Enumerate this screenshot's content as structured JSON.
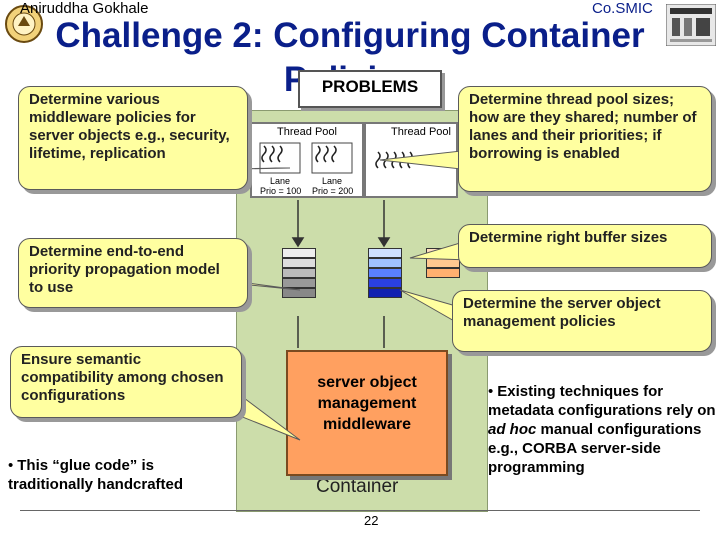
{
  "header": {
    "author": "Aniruddha Gokhale",
    "brand": "Co.SMIC",
    "title_line1": "Challenge 2: Configuring Container",
    "title_line2": "Policies"
  },
  "diagram": {
    "problems_label": "PROBLEMS",
    "thread_pool_left": "Thread Pool",
    "thread_pool_right": "Thread Pool",
    "lane1": "Lane\nPrio = 100",
    "lane2": "Lane\nPrio = 200",
    "container_label": "Container",
    "middleware_label": "server object management middleware"
  },
  "callouts": {
    "middleware_policies": "Determine various middleware policies for server objects e.g., security, lifetime, replication",
    "priority_propagation": "Determine end-to-end priority propagation model to use",
    "semantic_compat": "Ensure semantic compatibility among chosen configurations",
    "thread_pool": "Determine thread pool sizes; how are they shared; number of lanes and their priorities; if borrowing is enabled",
    "buffer_sizes": "Determine right buffer sizes",
    "server_object_policies": "Determine the server object management policies"
  },
  "notes": {
    "glue_code": "This “glue code” is traditionally handcrafted",
    "existing_pre": "Existing techniques for metadata configurations rely on ",
    "existing_em": "ad hoc",
    "existing_post": " manual configurations e.g., CORBA server-side programming"
  },
  "footer": {
    "page_number": "22"
  },
  "colors": {
    "title": "#0a1f8a",
    "callout_fill": "#ffffa0",
    "container_fill": "#ccddaa",
    "middleware_fill": "#ffa060"
  }
}
